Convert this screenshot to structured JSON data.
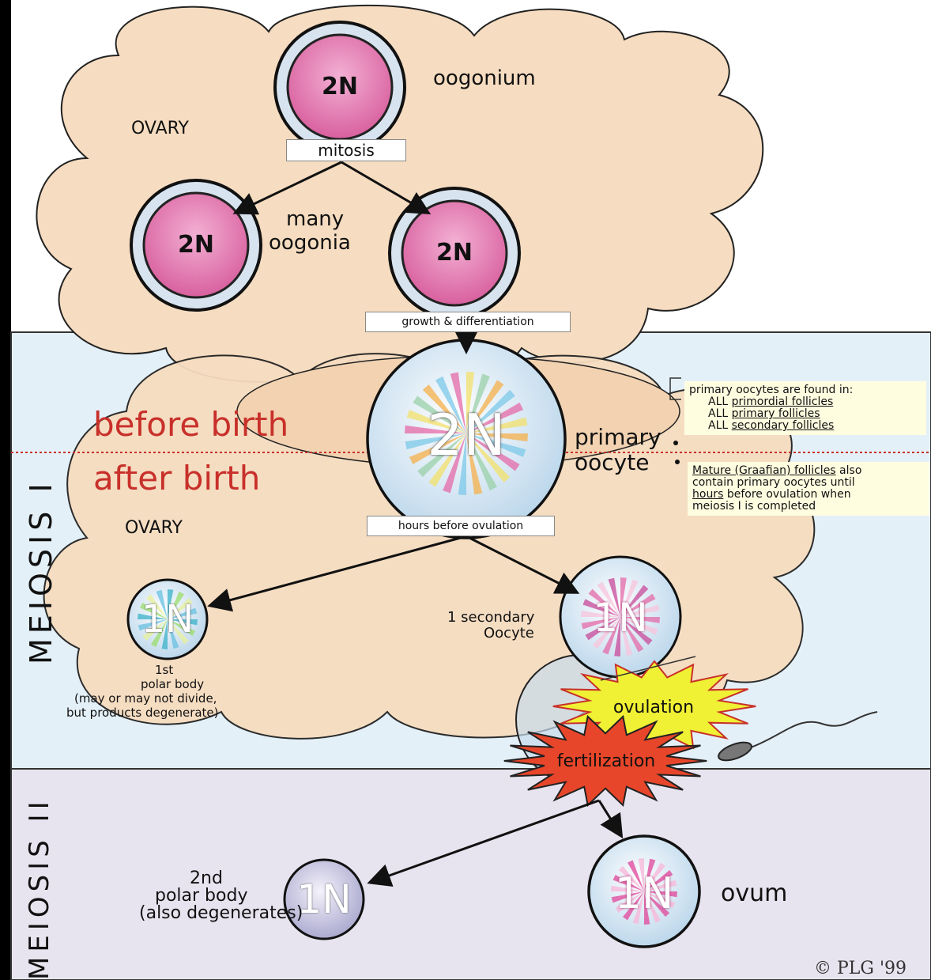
{
  "regions": {
    "meiosis1": "MEIOSIS I",
    "meiosis2": "MEIOSIS II",
    "ovary_top": "OVARY",
    "ovary_bottom": "OVARY"
  },
  "timeline": {
    "before": "before birth",
    "after": "after birth"
  },
  "cells": {
    "oogonium": {
      "ploidy": "2N",
      "label": "oogonium"
    },
    "oogonia_left": {
      "ploidy": "2N"
    },
    "oogonia_right": {
      "ploidy": "2N"
    },
    "oogonia_label": [
      "many",
      "oogonia"
    ],
    "primary_oocyte": {
      "ploidy": "2N",
      "label": [
        "primary",
        "oocyte"
      ]
    },
    "polar_body_1": {
      "ploidy": "1N",
      "label": [
        "1st",
        "polar body",
        "(may or may not divide,",
        "but products degenerate)"
      ]
    },
    "secondary_oocyte": {
      "ploidy": "1N",
      "label": [
        "1 secondary",
        "Oocyte"
      ]
    },
    "polar_body_2": {
      "ploidy": "1N",
      "label": [
        "2nd",
        "polar body",
        "(also degenerates)"
      ]
    },
    "ovum": {
      "ploidy": "1N",
      "label": "ovum"
    }
  },
  "processes": {
    "mitosis": "mitosis",
    "growth": "growth & differentiation",
    "hours": "hours before ovulation",
    "ovulation": "ovulation",
    "fertilization": "fertilization"
  },
  "notes": {
    "primary_found_intro": "primary oocytes are found in:",
    "found_list": [
      {
        "prefix": "ALL ",
        "term": "primordial follicles"
      },
      {
        "prefix": "ALL ",
        "term": "primary follicles"
      },
      {
        "prefix": "ALL ",
        "term": "secondary follicles"
      }
    ],
    "mature_term": "Mature (Graafian) follicles",
    "mature_rest1": " also",
    "mature_line2": "contain primary oocytes until",
    "mature_hours": "hours",
    "mature_line3_rest": " before ovulation when",
    "mature_line4": "meiosis I is completed"
  },
  "copyright": "© PLG '99",
  "colors": {
    "ovary_fill": "#f6dcc0",
    "meiosis1_bg": "#e4f0f8",
    "meiosis2_bg": "#e6e2ee",
    "nucleus_pink": "#e07ab4",
    "burst_red": "#e8462a",
    "burst_yellow": "#f0f034"
  }
}
